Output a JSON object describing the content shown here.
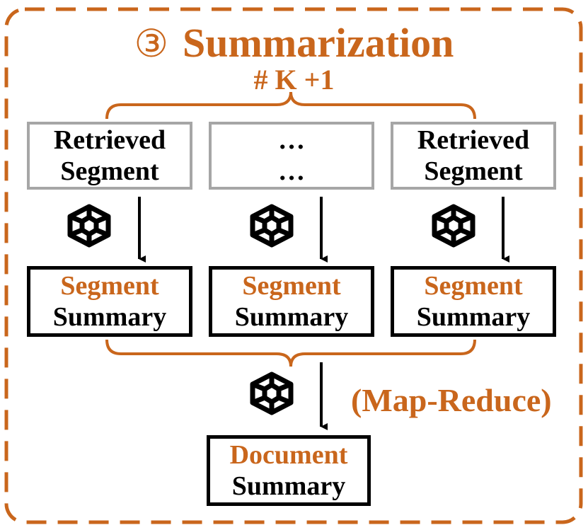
{
  "colors": {
    "accent": "#c9661c",
    "gray": "#a6a6a6",
    "dark": "#000000"
  },
  "title": {
    "marker": "③",
    "text": "Summarization"
  },
  "count_label": "# K +1",
  "retrieved": [
    {
      "line1": "Retrieved",
      "line2": "Segment"
    },
    {
      "line1": "…",
      "line2": "…"
    },
    {
      "line1": "Retrieved",
      "line2": "Segment"
    }
  ],
  "summaries": [
    {
      "line1": "Segment",
      "line2": "Summary"
    },
    {
      "line1": "Segment",
      "line2": "Summary"
    },
    {
      "line1": "Segment",
      "line2": "Summary"
    }
  ],
  "method_label": "(Map-Reduce)",
  "document": {
    "line1": "Document",
    "line2": "Summary"
  },
  "icons": {
    "llm": "openai-logo-icon",
    "arrow": "arrow-down-icon"
  }
}
